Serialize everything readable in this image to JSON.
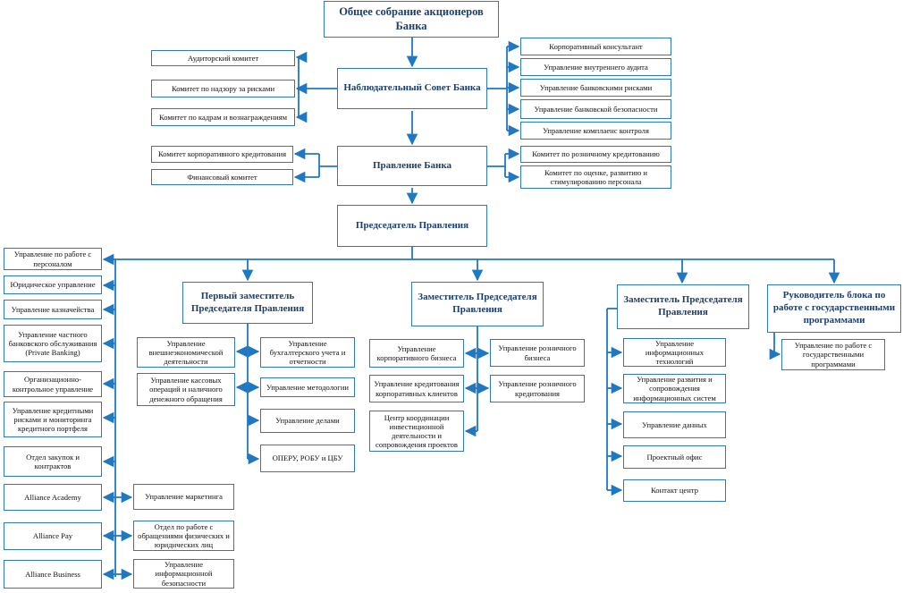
{
  "governance": {
    "general_meeting": "Общее собрание акционеров Банка",
    "supervisory_board": "Наблюдательный Совет Банка",
    "supervisory_committees": [
      "Аудиторский комитет",
      "Комитет по надзору за рисками",
      "Комитет по кадрам и вознаграждениям"
    ],
    "supervisory_units": [
      "Корпоративный консультант",
      "Управление внутреннего аудита",
      "Управление банковскими рисками",
      "Управление банковской безопасности",
      "Управление комплаенс контроля"
    ],
    "management_board": "Правление Банка",
    "board_committees_left": [
      "Комитет корпоративного кредитования",
      "Финансовый комитет"
    ],
    "board_committees_right": [
      "Комитет по розничному кредитованию",
      "Комитет по оценке, развитию и стимулированию персонала"
    ],
    "chairman": "Председатель Правления"
  },
  "direct_units": [
    "Управление по работе с персоналом",
    "Юридическое управление",
    "Управление казначейства",
    "Управление частного банковского обслуживания (Private Banking)",
    "Организационно-контрольное управление",
    "Управление кредитными рисками и мониторинга кредитного портфеля",
    "Отдел закупок и контрактов",
    "Alliance Academy",
    "Alliance Pay",
    "Alliance Business"
  ],
  "side_units": [
    "Управление маркетинга",
    "Отдел по работе с обращениями физических и юридических лиц",
    "Управление информационной безопасности"
  ],
  "deputies": [
    {
      "title": "Первый заместитель Председателя Правления",
      "units_left": [
        "Управление внешнеэкономической деятельности",
        "Управление кассовых операций и наличного денежного обращения"
      ],
      "units_right": [
        "Управление бухгалтерского учета и отчетности",
        "Управление методологии",
        "Управление делами",
        "ОПЕРУ, РОБУ и ЦБУ"
      ]
    },
    {
      "title": "Заместитель Председателя Правления",
      "units_left": [
        "Управление корпоративного бизнеса",
        "Управление кредитования корпоративных клиентов",
        "Центр координации инвестиционной деятельности и сопровождения проектов"
      ],
      "units_right": [
        "Управление розничного бизнеса",
        "Управление розничного кредитования"
      ]
    },
    {
      "title": "Заместитель Председателя Правления",
      "units": [
        "Управление информационных технологий",
        "Управление развития и сопровождения информационных систем",
        "Управление данных",
        "Проектный офис",
        "Контакт центр"
      ]
    },
    {
      "title": "Руководитель блока по работе с государственными программами",
      "units": [
        "Управление по работе с государственными программами"
      ]
    }
  ],
  "colors": {
    "line": "#1f78c1",
    "border": "#2e7ab8",
    "title_text": "#1d3f6e"
  }
}
